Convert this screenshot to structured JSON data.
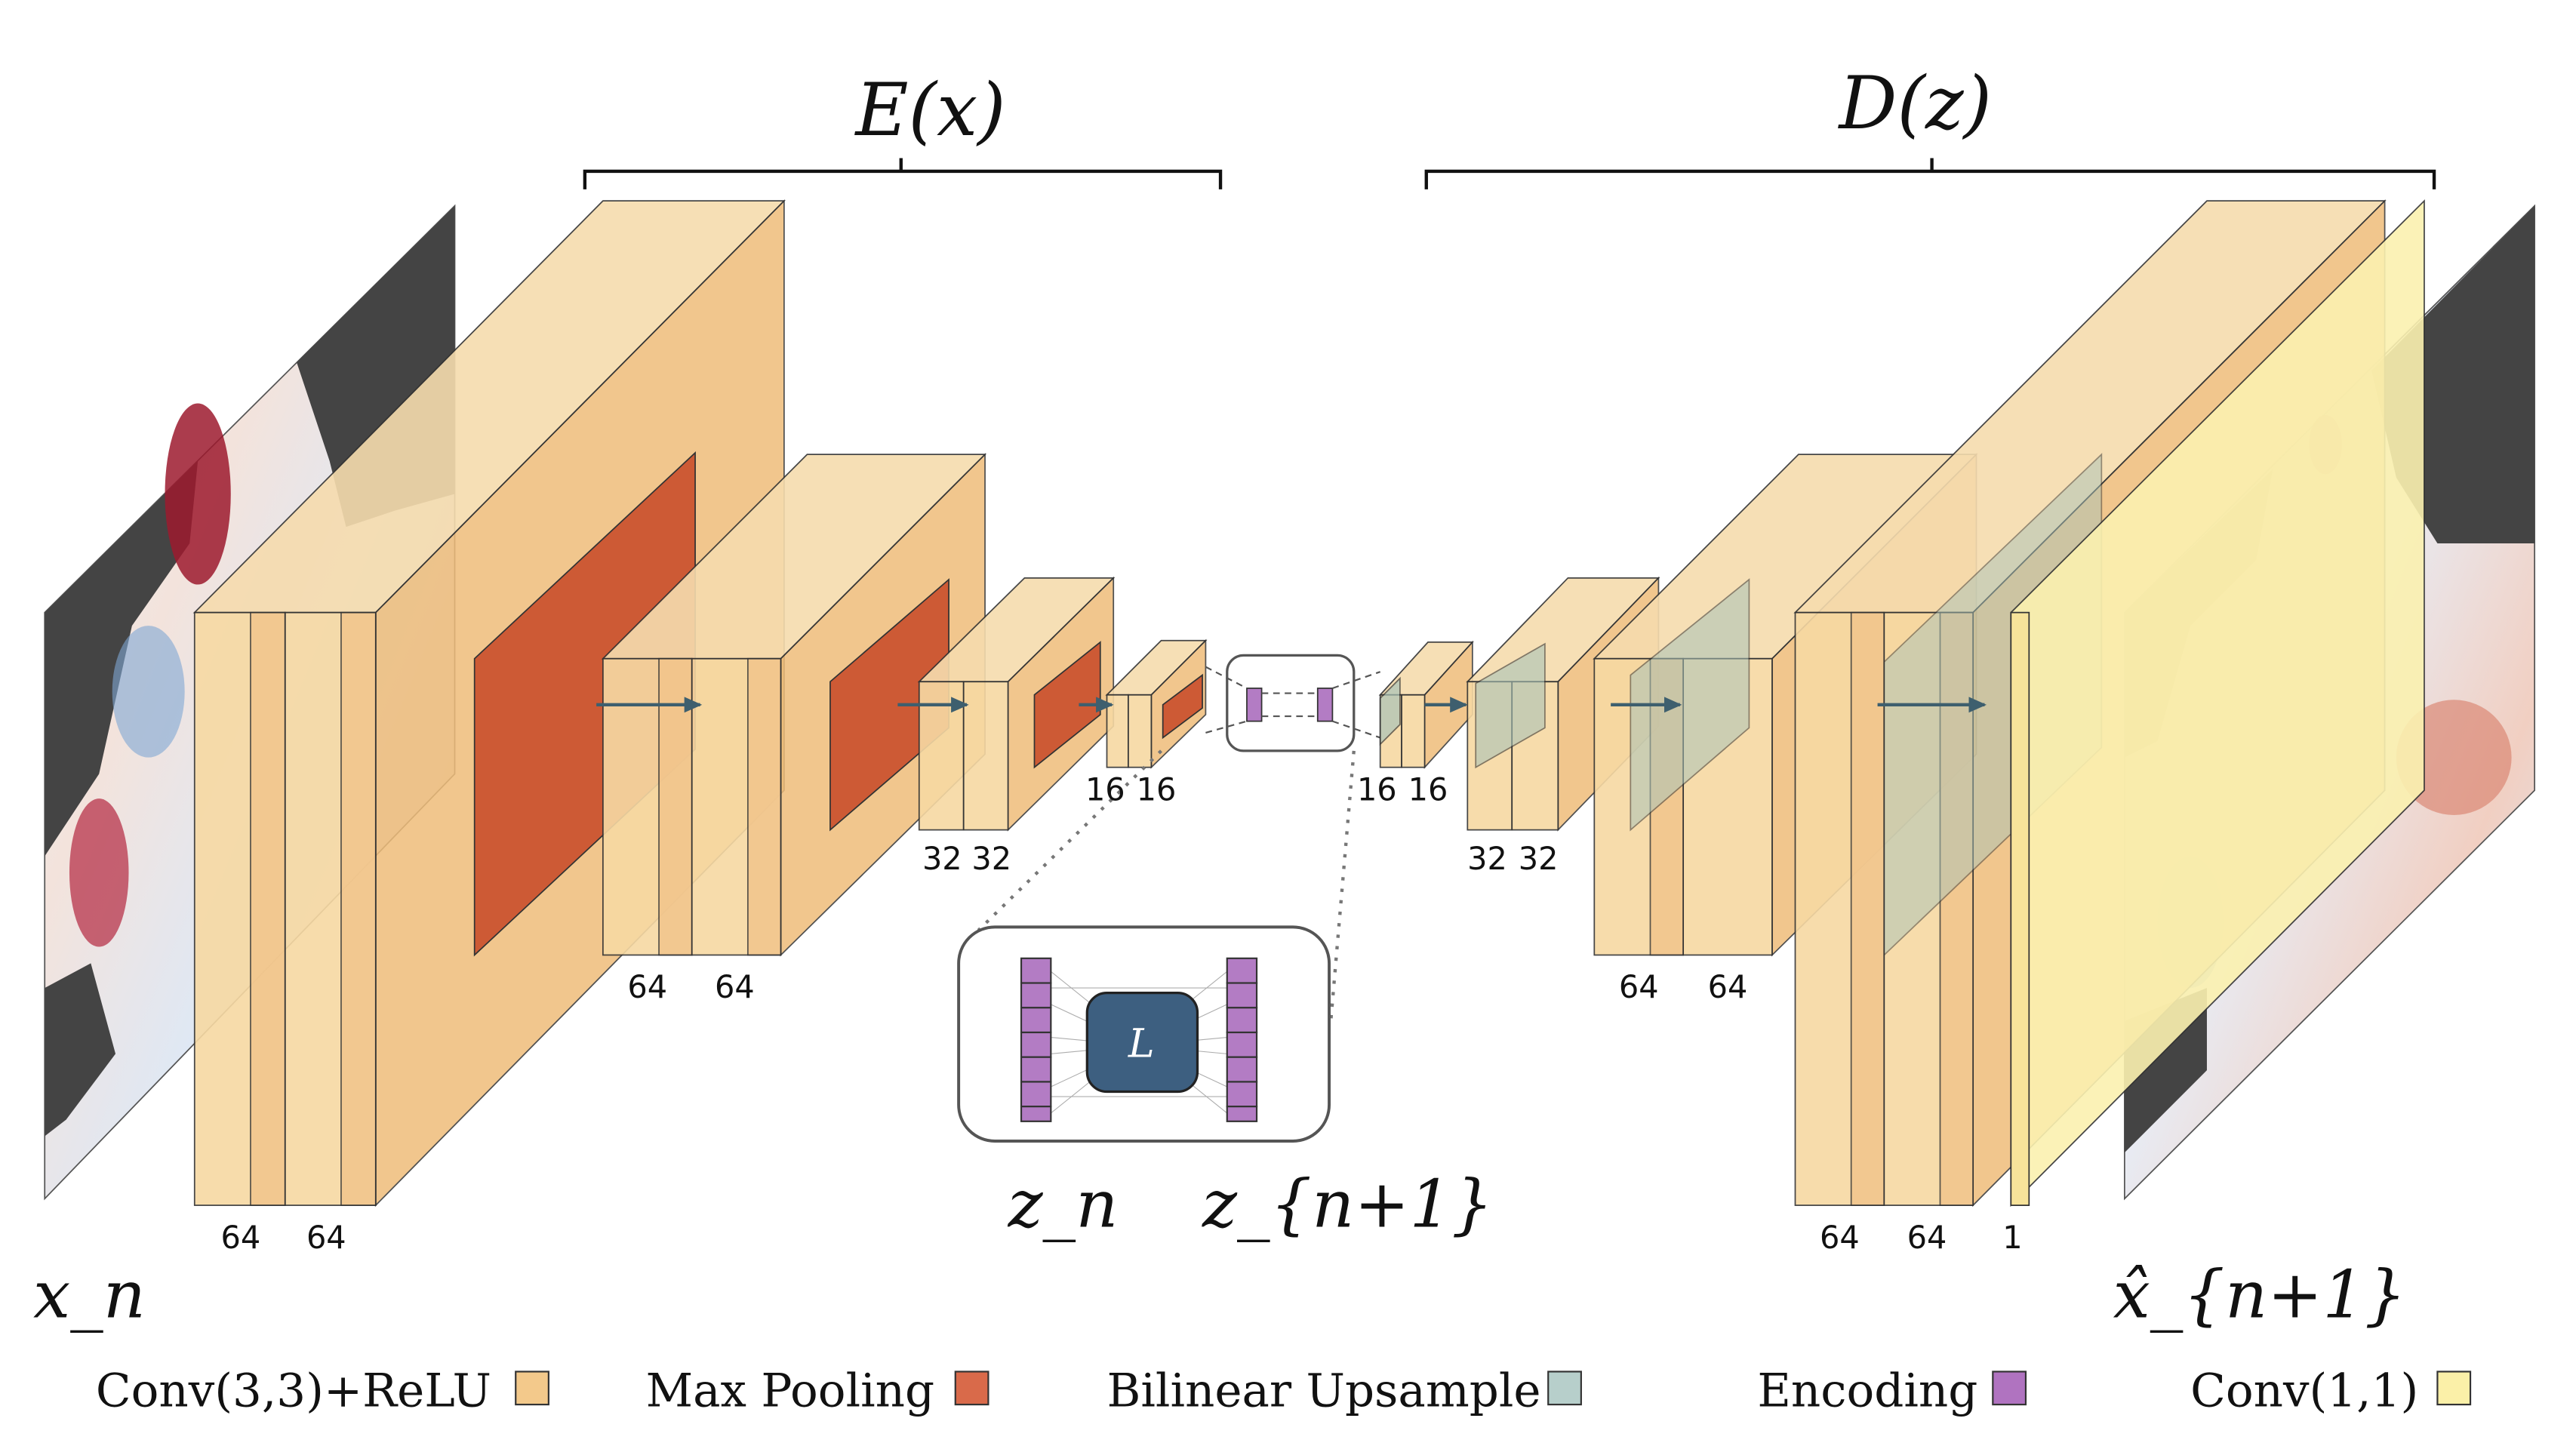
{
  "titles": {
    "encoder": "E(x)",
    "decoder": "D(z)",
    "input": "x_n",
    "output": "x̂_{n+1}",
    "latent_in": "z_n",
    "latent_out": "z_{n+1}",
    "operator": "L"
  },
  "block_labels": {
    "enc1": [
      "64",
      "64"
    ],
    "enc2": [
      "64",
      "64"
    ],
    "enc3": [
      "32",
      "32"
    ],
    "enc4": [
      "16",
      "16"
    ],
    "dec1": [
      "16",
      "16"
    ],
    "dec2": [
      "32",
      "32"
    ],
    "dec3": [
      "64",
      "64"
    ],
    "dec4": [
      "64",
      "64",
      "1"
    ]
  },
  "legend": [
    {
      "label": "Conv(3,3)+ReLU",
      "color": "#f3c98b"
    },
    {
      "label": "Max Pooling",
      "color": "#d96a4a"
    },
    {
      "label": "Bilinear Upsample",
      "color": "#b7cfcb"
    },
    {
      "label": "Encoding",
      "color": "#b073c0"
    },
    {
      "label": "Conv(1,1)",
      "color": "#fbf0a8"
    }
  ],
  "colors": {
    "conv": "#efb870",
    "pool": "#cc5a38",
    "upsample": "#a9c3b8",
    "encoding": "#b37cc4",
    "conv11": "#fbf1b0",
    "operator": "#3d5f80",
    "land": "#444444"
  }
}
